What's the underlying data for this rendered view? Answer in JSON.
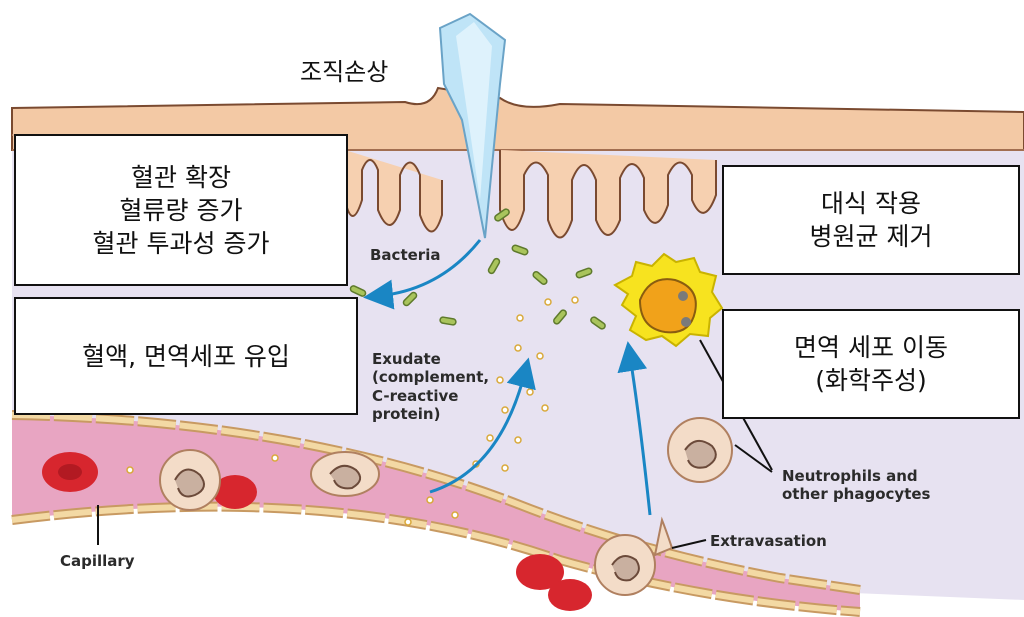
{
  "injury_label": "조직손상",
  "callouts": {
    "vasodilation": [
      "혈관 확장",
      "혈류량 증가",
      "혈관 투과성 증가"
    ],
    "influx": "혈액, 면역세포 유입",
    "phagocytosis": [
      "대식 작용",
      "병원균 제거"
    ],
    "migration": [
      "면역 세포 이동",
      "(화학주성)"
    ]
  },
  "labels": {
    "bacteria": "Bacteria",
    "exudate": [
      "Exudate",
      "(complement,",
      "C-reactive",
      "protein)"
    ],
    "neutrophils": [
      "Neutrophils and",
      "other phagocytes"
    ],
    "extravasation": "Extravasation",
    "capillary": "Capillary"
  },
  "colors": {
    "skin": "#f2c9a6",
    "tissue": "#e6e1f0",
    "vessel": "#e8a4c0",
    "arrow": "#1a86c4",
    "phagocyte": "#f7e31f",
    "rbc": "#d7262e"
  }
}
